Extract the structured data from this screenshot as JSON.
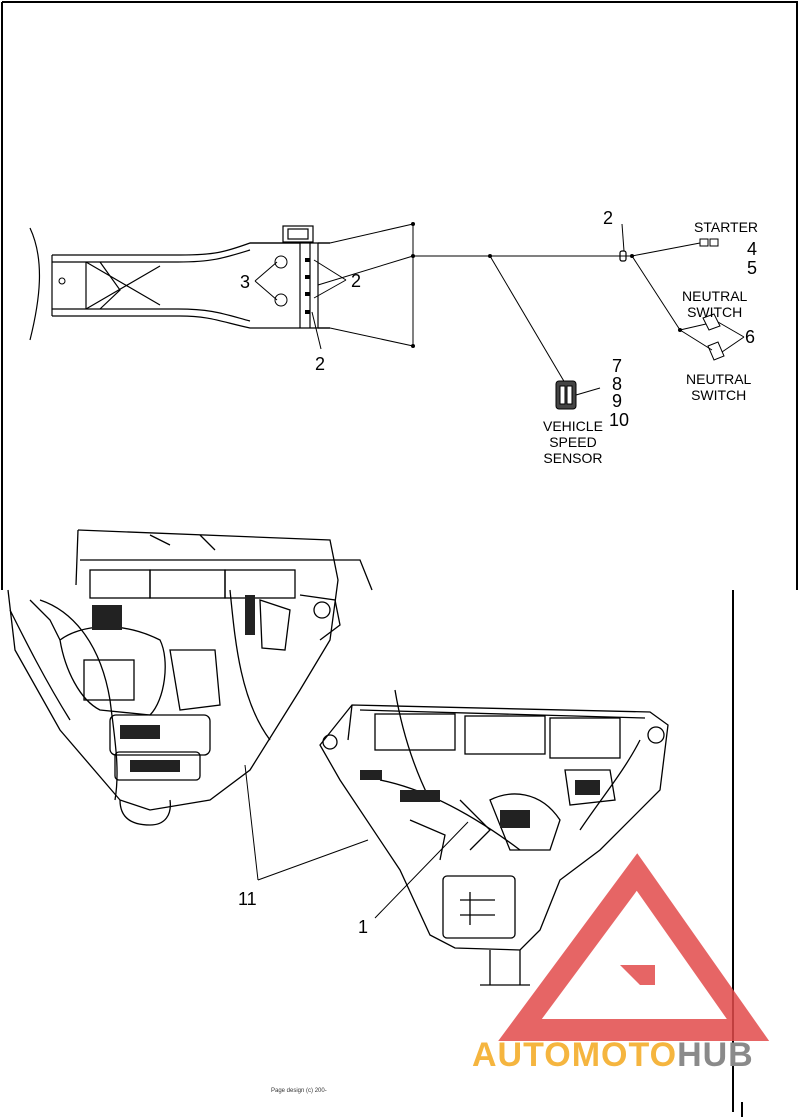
{
  "callouts": {
    "top_left_3": "3",
    "top_right_2": "2",
    "bottom_2": "2",
    "connector_2": "2",
    "starter_4": "4",
    "starter_5": "5",
    "neutral_6": "6",
    "vss_7": "7",
    "vss_8": "8",
    "vss_9": "9",
    "vss_10": "10",
    "harness_11": "11",
    "ecu_1": "1"
  },
  "labels": {
    "starter": "STARTER",
    "neutral_switch_top": [
      "NEUTRAL",
      "SWITCH"
    ],
    "neutral_switch_bottom": [
      "NEUTRAL",
      "SWITCH"
    ],
    "vehicle_speed_sensor": [
      "VEHICLE",
      "SPEED",
      "SENSOR"
    ]
  },
  "footer": {
    "text": "Page design (c) 200-"
  },
  "watermark": {
    "part1": "AUTOMOTO",
    "part2": "HUB",
    "color_triangle": "#e24a4a",
    "color_text1": "#f5b53f",
    "color_text2": "#8a8a8a"
  }
}
